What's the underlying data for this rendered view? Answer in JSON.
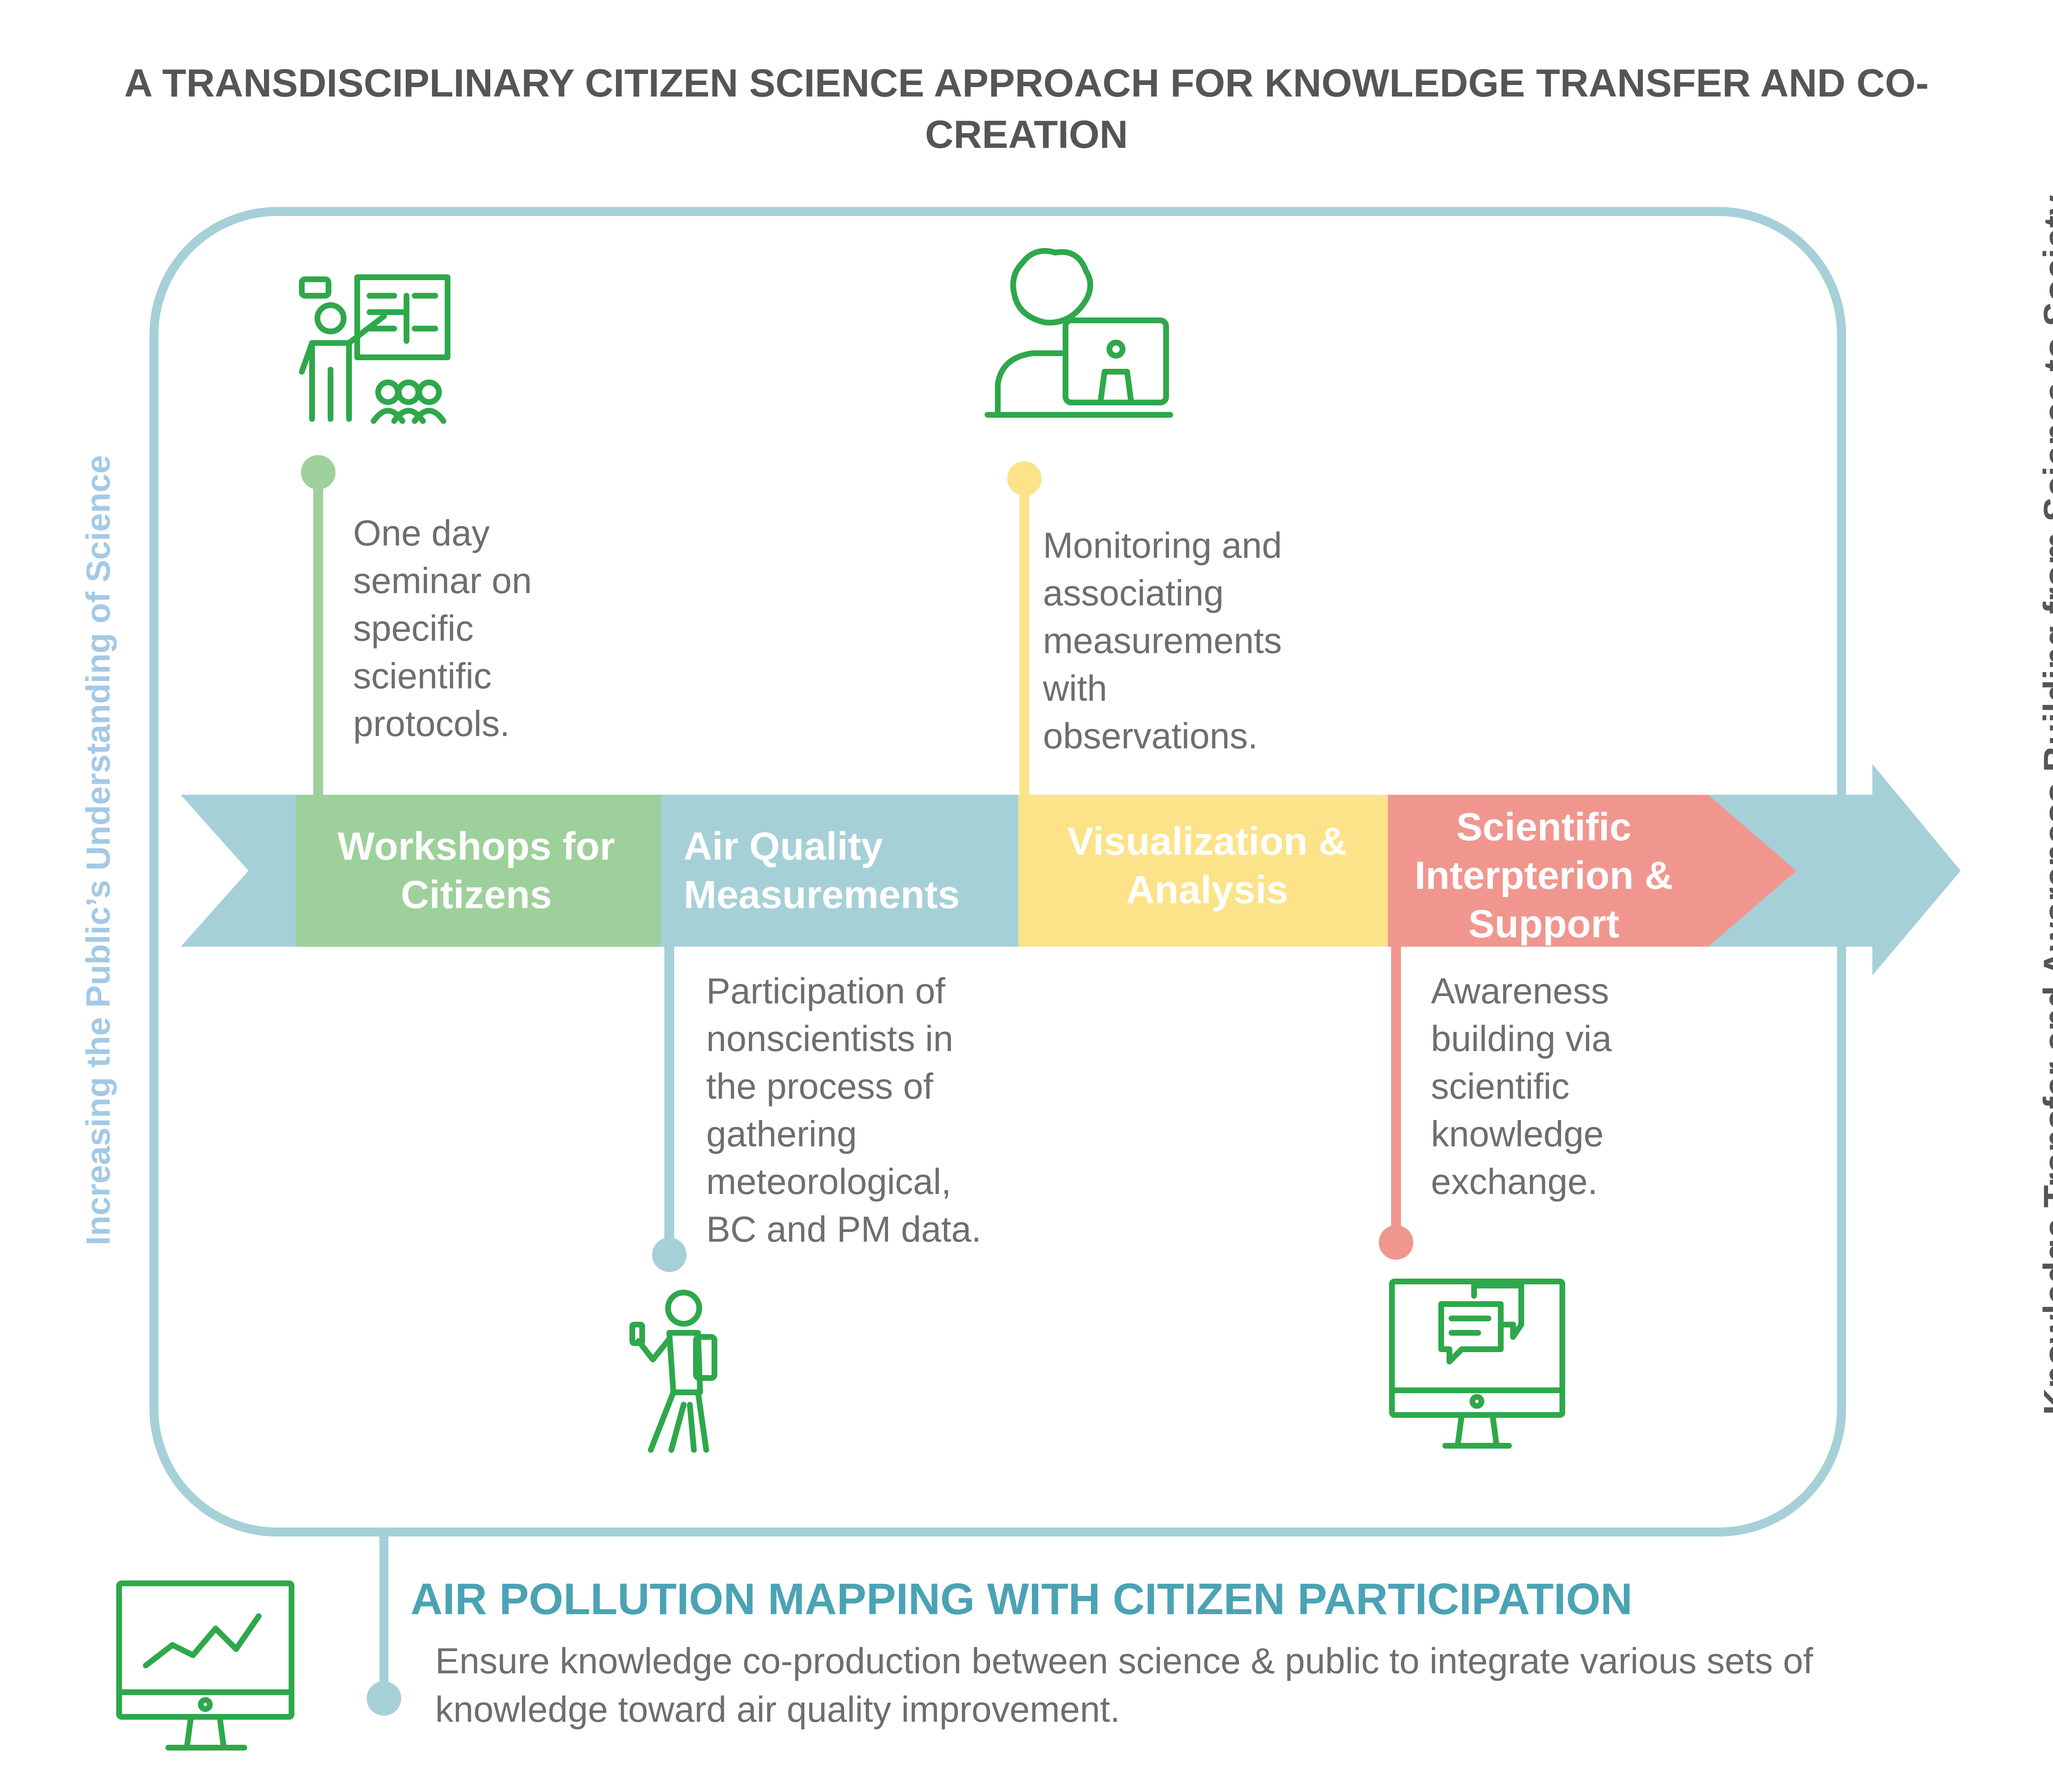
{
  "title": "A TRANSDISCIPLINARY CITIZEN SCIENCE APPROACH FOR KNOWLEDGE TRANSFER AND CO-CREATION",
  "left_axis_label": "Increasing the Public’s Understanding of Science",
  "right_axis_label": "Knowledge Transfer and Awareness Building from Science to Society",
  "colors": {
    "frame": "#a6d0d8",
    "green": "#9dd09a",
    "blue": "#a6d0d8",
    "yellow": "#fce38a",
    "red": "#f0968f",
    "icon": "#2ea84a",
    "left_label": "#a3c9e6",
    "right_label": "#555555",
    "bottom_title": "#4aa3b4"
  },
  "stages": [
    {
      "label": "Workshops for Citizens",
      "description": "One day seminar on specific scientific protocols.",
      "icon": "presenter-board-audience-icon"
    },
    {
      "label": "Air Quality Measurements",
      "description": "Participation of nonscientists in the process of gathering meteorological, BC and PM data.",
      "icon": "walking-person-backpack-phone-icon"
    },
    {
      "label": "Visualization & Analysis",
      "description": "Monitoring and associating measurements with observations.",
      "icon": "person-at-computer-icon"
    },
    {
      "label": "Scientific Interpterion & Support",
      "description": "Awareness building via scientific knowledge exchange.",
      "icon": "monitor-chat-bubbles-icon"
    }
  ],
  "bottom": {
    "title": "AIR POLLUTION MAPPING WITH CITIZEN PARTICIPATION",
    "description": "Ensure knowledge co-production between science & public to integrate various sets of knowledge toward air quality improvement.",
    "icon": "monitor-line-chart-icon"
  }
}
